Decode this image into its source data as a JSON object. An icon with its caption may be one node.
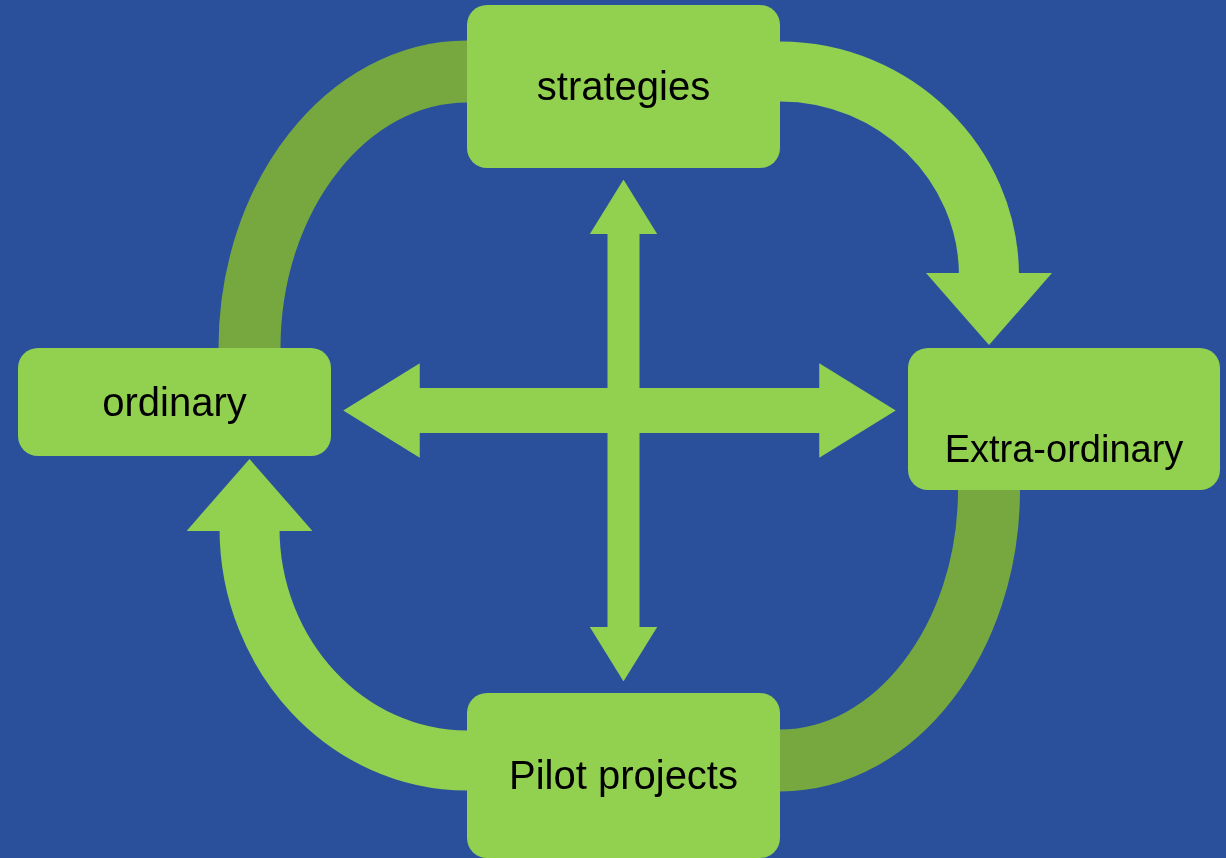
{
  "diagram": {
    "nodes": [
      {
        "text": [
          "strategies"
        ]
      },
      {
        "text": [
          "ordinary"
        ]
      },
      {
        "text": [
          "Extra-ordinary"
        ]
      },
      {
        "text": [
          "Pilot projects"
        ]
      }
    ],
    "edges": [
      {
        "from": 1,
        "to": 0,
        "arrow": "none",
        "color": "#77a83f"
      },
      {
        "from": 0,
        "to": 2,
        "arrow": "to"
      },
      {
        "from": 2,
        "to": 3,
        "arrow": "none",
        "color": "#77a83f"
      },
      {
        "from": 3,
        "to": 1,
        "arrow": "to"
      },
      {
        "from": 1,
        "to": 2,
        "arrow": "both"
      },
      {
        "from": 0,
        "to": 3,
        "arrow": "both"
      }
    ]
  }
}
